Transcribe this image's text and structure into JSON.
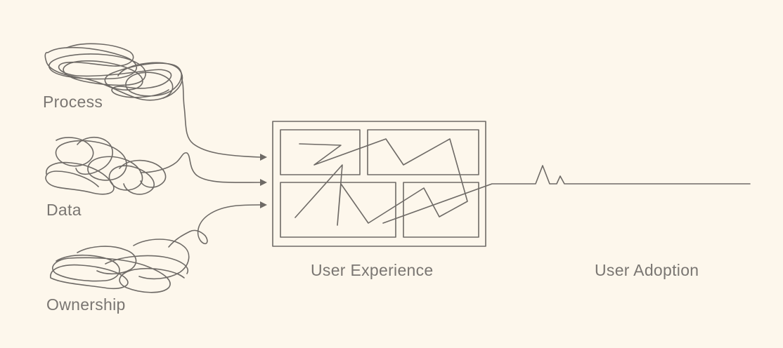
{
  "colors": {
    "background": "#fdf7ec",
    "line": "#6e6a66",
    "label": "#7a7672"
  },
  "labels": {
    "process": "Process",
    "data": "Data",
    "ownership": "Ownership",
    "user_experience": "User Experience",
    "user_adoption": "User Adoption"
  },
  "icons": {
    "scribbles": "tangled-scribble-icon",
    "arrows": "arrowhead-icon",
    "ux_panel": "wireframe-panel-icon",
    "adoption_line": "heartbeat-line-icon"
  }
}
